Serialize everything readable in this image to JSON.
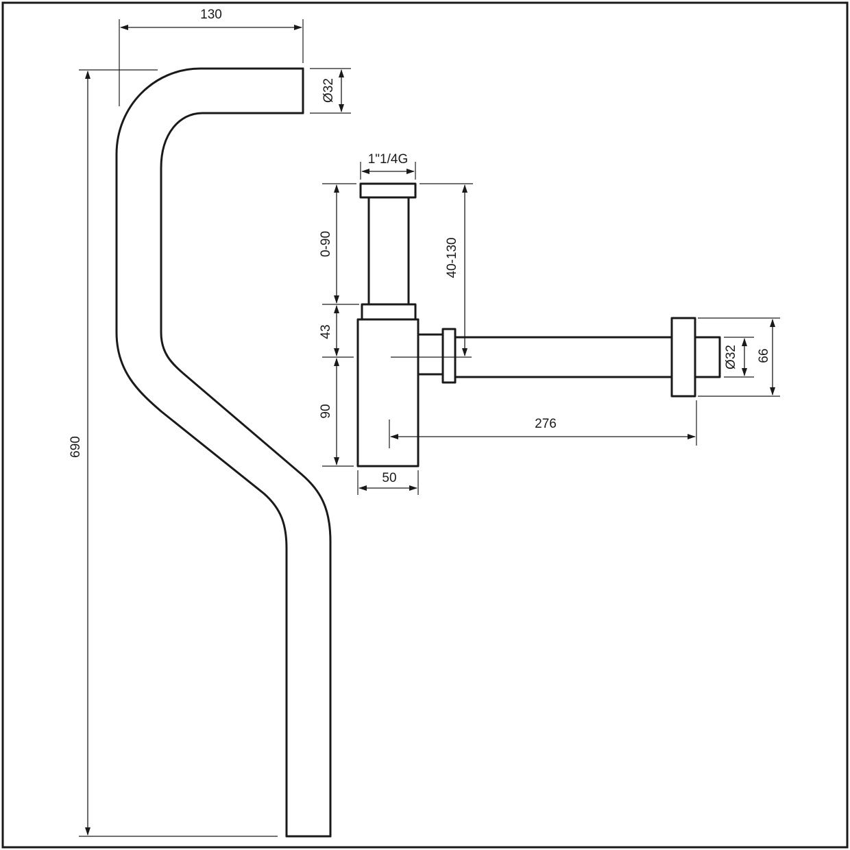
{
  "colors": {
    "line": "#1a1a1a",
    "background": "#ffffff"
  },
  "dimensions": {
    "tailpipe_offset": "130",
    "tailpipe_diameter": "Ø32",
    "tailpipe_height": "690",
    "inlet_thread": "1\"1/4G",
    "inlet_extension": "0-90",
    "height_to_outlet": "40-130",
    "body_upper": "43",
    "body_lower": "90",
    "body_width": "50",
    "outlet_length": "276",
    "outlet_diameter": "Ø32",
    "wall_flange": "66"
  }
}
